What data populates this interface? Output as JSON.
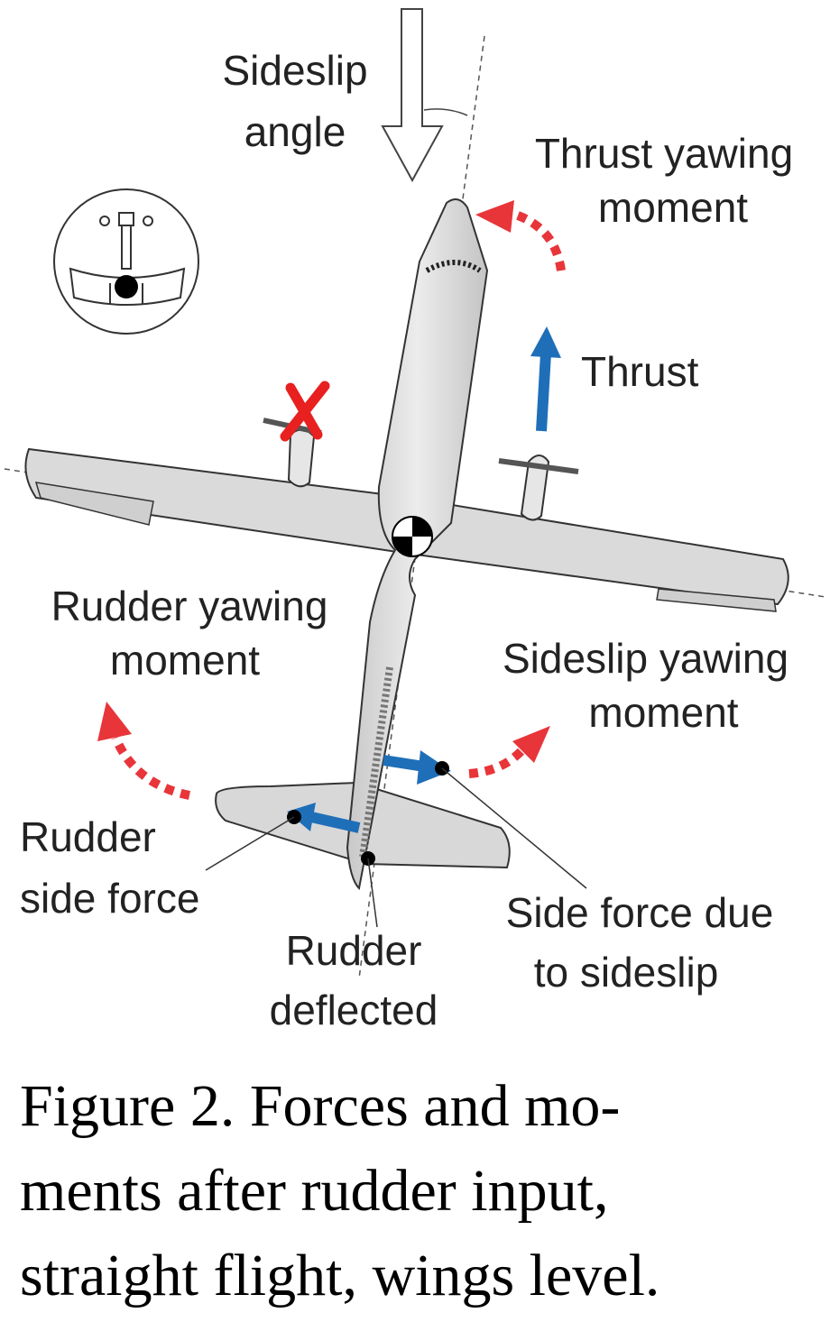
{
  "labels": {
    "sideslip_angle": [
      "Sideslip",
      "angle"
    ],
    "thrust_yawing_moment": [
      "Thrust yawing",
      "moment"
    ],
    "thrust": "Thrust",
    "rudder_yawing_moment": [
      "Rudder yawing",
      "moment"
    ],
    "sideslip_yawing_moment": [
      "Sideslip yawing",
      "moment"
    ],
    "rudder_side_force": [
      "Rudder",
      "side force"
    ],
    "rudder_deflected": [
      "Rudder",
      "deflected"
    ],
    "side_force_due_to_sideslip": [
      "Side force due",
      "to sideslip"
    ]
  },
  "caption": [
    "Figure 2. Forces and mo-",
    "ments after rudder input,",
    "straight flight, wings level."
  ],
  "colors": {
    "force_arrow": "#1f6fb8",
    "moment_arrow": "#e8353a",
    "failed_engine_mark": "#e82020",
    "airframe": "#dcdcdc"
  }
}
